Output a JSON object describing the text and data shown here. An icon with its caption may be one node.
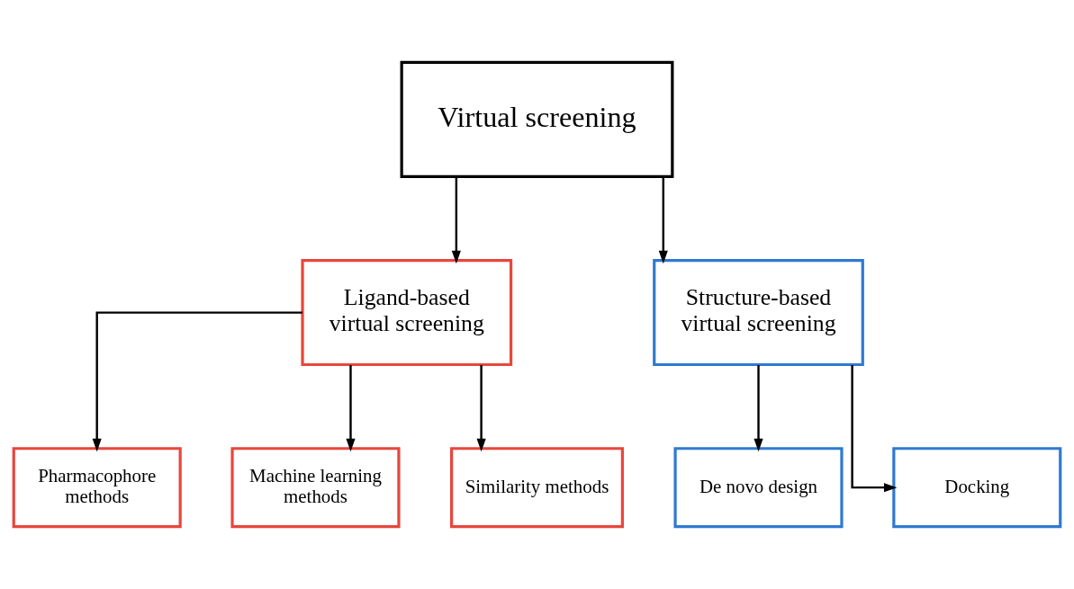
{
  "diagram": {
    "nodes": [
      {
        "text": [
          "Virtual screening"
        ]
      },
      {
        "text": [
          "Ligand-based virtual screening"
        ]
      },
      {
        "text": [
          "Structure-based virtual screening"
        ]
      },
      {
        "text": [
          "Pharmacophore methods"
        ]
      },
      {
        "text": [
          "Machine learning methods"
        ]
      },
      {
        "text": [
          "Similarity methods"
        ]
      },
      {
        "text": [
          "De novo design"
        ]
      },
      {
        "text": [
          "Docking"
        ]
      }
    ],
    "edges": [
      {
        "from": 0,
        "to": 1,
        "arrow": "to"
      },
      {
        "from": 0,
        "to": 2,
        "arrow": "to"
      },
      {
        "from": 1,
        "to": 3,
        "arrow": "to"
      },
      {
        "from": 1,
        "to": 4,
        "arrow": "to"
      },
      {
        "from": 1,
        "to": 5,
        "arrow": "to"
      },
      {
        "from": 2,
        "to": 6,
        "arrow": "to"
      },
      {
        "from": 2,
        "to": 7,
        "arrow": "to"
      }
    ]
  }
}
